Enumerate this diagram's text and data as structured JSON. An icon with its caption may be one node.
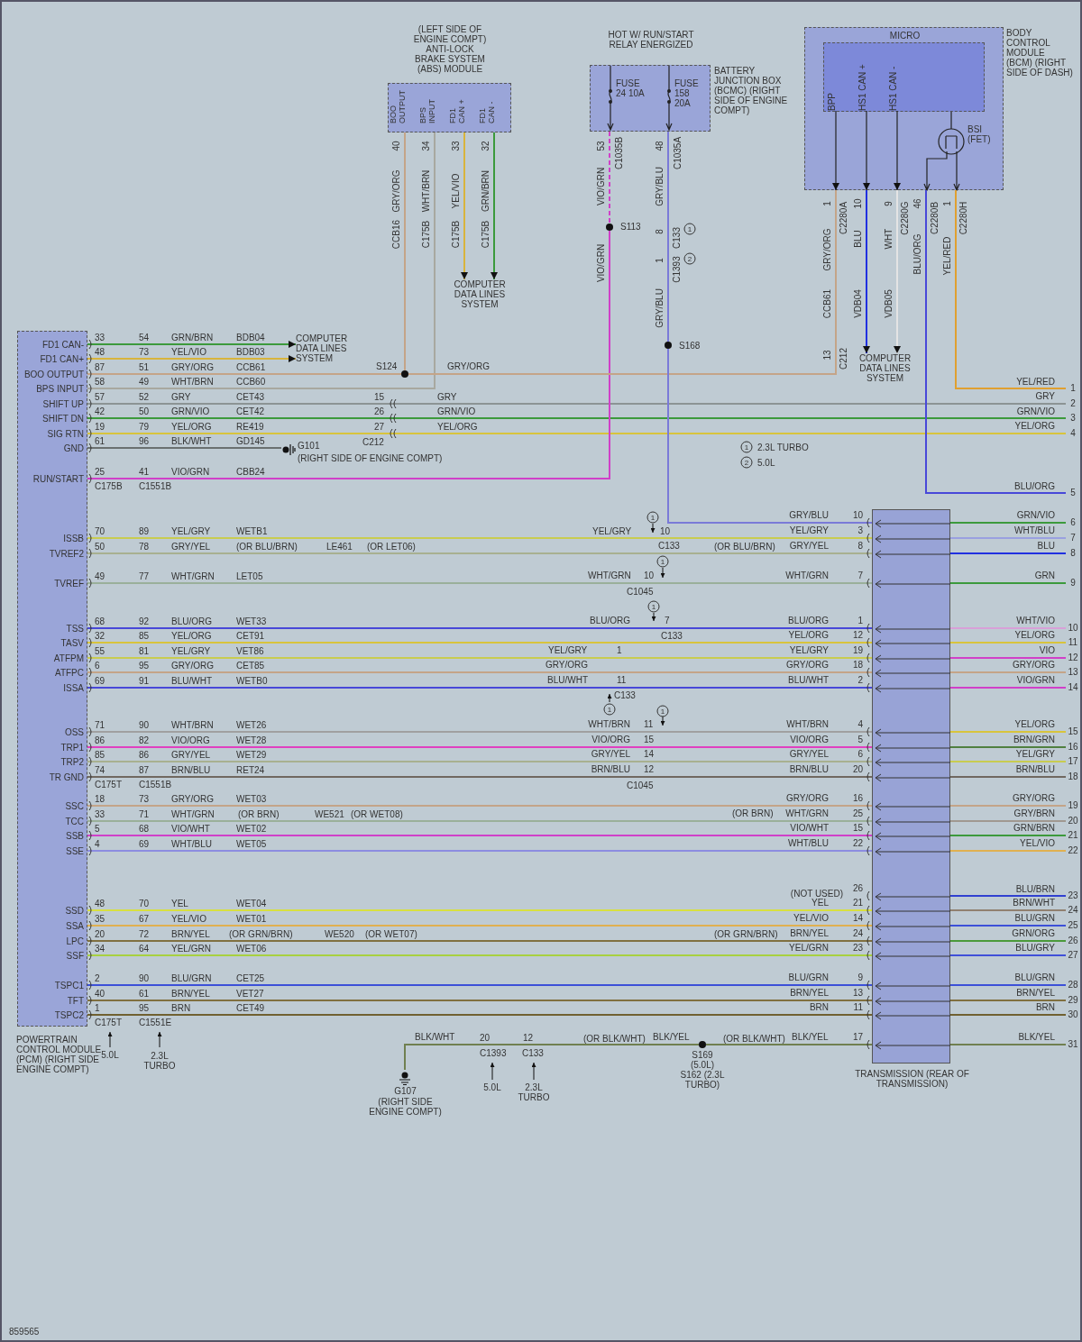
{
  "diagram": {
    "nodes": [
      {
        "text": [
          "FD1 CAN-",
          "FD1 CAN+",
          "BOO OUTPUT",
          "BPS INPUT",
          "SHIFT UP",
          "SHIFT DN",
          "SIG RTN",
          "GND",
          "RUN/START",
          "ISSB",
          "TVREF2",
          "TVREF",
          "TSS",
          "TASV",
          "ATFPM",
          "ATFPC",
          "ISSA",
          "OSS",
          "TRP1",
          "TRP2",
          "TR GND",
          "SSC",
          "TCC",
          "SSB",
          "SSE",
          "SSD",
          "SSA",
          "LPC",
          "SSF",
          "TSPC1",
          "TFT",
          "TSPC2",
          "POWERTRAIN CONTROL MODULE (PCM) (RIGHT SIDE ENGINE COMPT)"
        ]
      },
      {
        "text": [
          "(LEFT SIDE OF ENGINE COMPT) ANTI-LOCK BRAKE SYSTEM (ABS) MODULE",
          "BOO OUTPUT",
          "BPS INPUT",
          "FD1 CAN +",
          "FD1 CAN -"
        ]
      },
      {
        "text": [
          "HOT W/ RUN/START RELAY ENERGIZED",
          "BATTERY JUNCTION BOX (BCMC) (RIGHT SIDE OF ENGINE COMPT)"
        ]
      },
      {
        "text": [
          "FUSE 24 10A"
        ],
        "in": 2
      },
      {
        "text": [
          "FUSE 158 20A"
        ],
        "in": 2
      },
      {
        "text": [
          "BODY CONTROL MODULE (BCM) (RIGHT SIDE OF DASH)"
        ]
      },
      {
        "text": [
          "MICRO",
          "BPP",
          "HS1 CAN +",
          "HS1 CAN -"
        ],
        "in": 5
      },
      {
        "text": [
          "BSI (FET)"
        ],
        "in": 5
      },
      {
        "text": [
          "TRANSMISSION (REAR OF TRANSMISSION)"
        ]
      },
      {
        "text": [
          "COMPUTER DATA LINES SYSTEM"
        ]
      },
      {
        "text": [
          "COMPUTER DATA LINES SYSTEM"
        ]
      },
      {
        "text": [
          "COMPUTER DATA LINES SYSTEM"
        ]
      },
      {
        "text": [
          "G101",
          "(RIGHT SIDE OF ENGINE COMPT)"
        ]
      },
      {
        "text": [
          "G107",
          "(RIGHT SIDE ENGINE COMPT)"
        ]
      },
      {
        "text": [],
        "shape": "circle",
        "beside": [
          "S124"
        ]
      },
      {
        "text": [],
        "shape": "circle",
        "beside": [
          "S113"
        ]
      },
      {
        "text": [],
        "shape": "circle",
        "beside": [
          "S168"
        ]
      },
      {
        "text": [],
        "shape": "circle",
        "beside": [
          "S169 (5.0L) S162 (2.3L TURBO)"
        ]
      },
      {
        "text": [
          "1"
        ]
      },
      {
        "text": [
          "2"
        ]
      },
      {
        "text": [
          "3"
        ]
      },
      {
        "text": [
          "4"
        ]
      },
      {
        "text": [
          "5"
        ]
      },
      {
        "text": [
          "6"
        ]
      },
      {
        "text": [
          "7"
        ]
      },
      {
        "text": [
          "8"
        ]
      },
      {
        "text": [
          "9"
        ]
      },
      {
        "text": [
          "10"
        ]
      },
      {
        "text": [
          "11"
        ]
      },
      {
        "text": [
          "12"
        ]
      },
      {
        "text": [
          "13"
        ]
      },
      {
        "text": [
          "14"
        ]
      },
      {
        "text": [
          "15"
        ]
      },
      {
        "text": [
          "16"
        ]
      },
      {
        "text": [
          "17"
        ]
      },
      {
        "text": [
          "18"
        ]
      },
      {
        "text": [
          "19"
        ]
      },
      {
        "text": [
          "20"
        ]
      },
      {
        "text": [
          "21"
        ]
      },
      {
        "text": [
          "22"
        ]
      },
      {
        "text": [
          "23"
        ]
      },
      {
        "text": [
          "24"
        ]
      },
      {
        "text": [
          "25"
        ]
      },
      {
        "text": [
          "26"
        ]
      },
      {
        "text": [
          "27"
        ]
      },
      {
        "text": [
          "28"
        ]
      },
      {
        "text": [
          "29"
        ]
      },
      {
        "text": [
          "30"
        ]
      },
      {
        "text": [
          "31"
        ]
      }
    ],
    "edges": [
      {
        "from": 0,
        "to": 9,
        "arrow": "to",
        "color": "#3c9a3c"
      },
      {
        "from": 0,
        "to": 9,
        "arrow": "to",
        "color": "#d8b43c"
      },
      {
        "from": 0,
        "to": 14,
        "arrow": "none",
        "color": "#c4a488"
      },
      {
        "from": 0,
        "to": 1,
        "arrow": "none",
        "color": "#a8a8a0"
      },
      {
        "from": 0,
        "to": 19,
        "arrow": "none",
        "color": "#8c9494"
      },
      {
        "from": 0,
        "to": 20,
        "arrow": "none",
        "color": "#3c9a3c"
      },
      {
        "from": 0,
        "to": 21,
        "arrow": "none",
        "color": "#d8c43c"
      },
      {
        "from": 0,
        "to": 12,
        "arrow": "none",
        "color": "#6a7070"
      },
      {
        "from": 0,
        "to": 15,
        "arrow": "none",
        "color": "#d040c8"
      },
      {
        "from": 0,
        "to": 8,
        "arrow": "none",
        "color": "#c8cc50"
      },
      {
        "from": 0,
        "to": 8,
        "arrow": "none",
        "color": "#a8b090"
      },
      {
        "from": 0,
        "to": 8,
        "arrow": "none",
        "color": "#9ab09a"
      },
      {
        "from": 0,
        "to": 8,
        "arrow": "none",
        "color": "#4848d8"
      },
      {
        "from": 0,
        "to": 8,
        "arrow": "none",
        "color": "#d8c43c"
      },
      {
        "from": 0,
        "to": 8,
        "arrow": "none",
        "color": "#c8cc50"
      },
      {
        "from": 0,
        "to": 8,
        "arrow": "none",
        "color": "#c4a488"
      },
      {
        "from": 0,
        "to": 8,
        "arrow": "none",
        "color": "#4848d8"
      },
      {
        "from": 0,
        "to": 8,
        "arrow": "none",
        "color": "#a0a0a0"
      },
      {
        "from": 0,
        "to": 8,
        "arrow": "none",
        "color": "#e040c0"
      },
      {
        "from": 0,
        "to": 8,
        "arrow": "none",
        "color": "#a8b090"
      },
      {
        "from": 0,
        "to": 8,
        "arrow": "none",
        "color": "#706860"
      },
      {
        "from": 0,
        "to": 8,
        "arrow": "none",
        "color": "#c4a488"
      },
      {
        "from": 0,
        "to": 8,
        "arrow": "none",
        "color": "#9ab09a"
      },
      {
        "from": 0,
        "to": 8,
        "arrow": "none",
        "color": "#d040c8"
      },
      {
        "from": 0,
        "to": 8,
        "arrow": "none",
        "color": "#8c8ce0"
      },
      {
        "from": 0,
        "to": 8,
        "arrow": "none",
        "color": "#d8e040"
      },
      {
        "from": 0,
        "to": 8,
        "arrow": "none",
        "color": "#e0b050"
      },
      {
        "from": 0,
        "to": 8,
        "arrow": "none",
        "color": "#807040"
      },
      {
        "from": 0,
        "to": 8,
        "arrow": "none",
        "color": "#a8d040"
      },
      {
        "from": 0,
        "to": 8,
        "arrow": "none",
        "color": "#3c50d8"
      },
      {
        "from": 0,
        "to": 8,
        "arrow": "none",
        "color": "#807040"
      },
      {
        "from": 0,
        "to": 8,
        "arrow": "none",
        "color": "#706030"
      },
      {
        "from": 14,
        "to": 1,
        "arrow": "none",
        "color": "#c4a488"
      },
      {
        "from": 14,
        "to": 5,
        "arrow": "none",
        "color": "#c4a488"
      },
      {
        "from": 1,
        "to": 10,
        "arrow": "to",
        "color": "#d8b43c"
      },
      {
        "from": 1,
        "to": 10,
        "arrow": "to",
        "color": "#3c9a3c"
      },
      {
        "from": 3,
        "to": 15,
        "arrow": "none",
        "style": "dashed",
        "color": "#d040c8"
      },
      {
        "from": 4,
        "to": 16,
        "arrow": "none",
        "color": "#7a7ad8"
      },
      {
        "from": 16,
        "to": 8,
        "arrow": "none",
        "color": "#7a7ad8"
      },
      {
        "from": 5,
        "to": 11,
        "arrow": "to",
        "color": "#2030e0"
      },
      {
        "from": 5,
        "to": 11,
        "arrow": "to",
        "color": "#e4e4e4"
      },
      {
        "from": 7,
        "to": 22,
        "arrow": "none",
        "color": "#4848d8"
      },
      {
        "from": 7,
        "to": 18,
        "arrow": "none",
        "color": "#e0a030"
      },
      {
        "from": 13,
        "to": 17,
        "arrow": "none",
        "color": "#708050"
      },
      {
        "from": 17,
        "to": 8,
        "arrow": "none",
        "color": "#708050"
      },
      {
        "from": 8,
        "to": 23,
        "arrow": "none",
        "color": "#3c9a3c"
      },
      {
        "from": 8,
        "to": 24,
        "arrow": "none",
        "color": "#9aa0e0"
      },
      {
        "from": 8,
        "to": 25,
        "arrow": "none",
        "color": "#2030e0"
      },
      {
        "from": 8,
        "to": 26,
        "arrow": "none",
        "color": "#3c9a3c"
      },
      {
        "from": 8,
        "to": 27,
        "arrow": "none",
        "color": "#d8a0d8"
      },
      {
        "from": 8,
        "to": 28,
        "arrow": "none",
        "color": "#d8c43c"
      },
      {
        "from": 8,
        "to": 29,
        "arrow": "none",
        "color": "#d040c8"
      },
      {
        "from": 8,
        "to": 30,
        "arrow": "none",
        "color": "#c4a488"
      },
      {
        "from": 8,
        "to": 31,
        "arrow": "none",
        "color": "#d040c8"
      },
      {
        "from": 8,
        "to": 32,
        "arrow": "none",
        "color": "#d8c43c"
      },
      {
        "from": 8,
        "to": 33,
        "arrow": "none",
        "color": "#508040"
      },
      {
        "from": 8,
        "to": 34,
        "arrow": "none",
        "color": "#c8cc50"
      },
      {
        "from": 8,
        "to": 35,
        "arrow": "none",
        "color": "#706860"
      },
      {
        "from": 8,
        "to": 36,
        "arrow": "none",
        "color": "#c4a488"
      },
      {
        "from": 8,
        "to": 37,
        "arrow": "none",
        "color": "#a09890"
      },
      {
        "from": 8,
        "to": 38,
        "arrow": "none",
        "color": "#3c9a3c"
      },
      {
        "from": 8,
        "to": 39,
        "arrow": "none",
        "color": "#e0b050"
      },
      {
        "from": 8,
        "to": 40,
        "arrow": "none",
        "color": "#3040d0"
      },
      {
        "from": 8,
        "to": 41,
        "arrow": "none",
        "color": "#908070"
      },
      {
        "from": 8,
        "to": 42,
        "arrow": "none",
        "color": "#3c50d8"
      },
      {
        "from": 8,
        "to": 43,
        "arrow": "none",
        "color": "#4a9a3a"
      },
      {
        "from": 8,
        "to": 44,
        "arrow": "none",
        "color": "#4050d8"
      },
      {
        "from": 8,
        "to": 45,
        "arrow": "none",
        "color": "#3c50d8"
      },
      {
        "from": 8,
        "to": 46,
        "arrow": "none",
        "color": "#807040"
      },
      {
        "from": 8,
        "to": 47,
        "arrow": "none",
        "color": "#706030"
      },
      {
        "from": 8,
        "to": 48,
        "arrow": "none",
        "color": "#708050"
      },
      {
        "from": 6,
        "to": 5,
        "arrow": "to",
        "color": "#222222"
      },
      {
        "from": 6,
        "to": 5,
        "arrow": "to",
        "color": "#222222"
      },
      {
        "from": 6,
        "to": 5,
        "arrow": "to",
        "color": "#222222"
      }
    ],
    "labels": [
      "33",
      "54",
      "GRN/BRN",
      "BDB04",
      "48",
      "73",
      "YEL/VIO",
      "BDB03",
      "87",
      "51",
      "GRY/ORG",
      "CCB61",
      "58",
      "49",
      "WHT/BRN",
      "CCB60",
      "57",
      "52",
      "GRY",
      "CET43",
      "42",
      "50",
      "GRN/VIO",
      "CET42",
      "19",
      "79",
      "YEL/ORG",
      "RE419",
      "61",
      "96",
      "BLK/WHT",
      "GD145",
      "25",
      "41",
      "VIO/GRN",
      "CBB24",
      "70",
      "89",
      "YEL/GRY",
      "WETB1",
      "50",
      "78",
      "GRY/YEL",
      "(OR BLU/BRN)",
      "LE461",
      "(OR LET06)",
      "49",
      "77",
      "WHT/GRN",
      "LET05",
      "68",
      "92",
      "BLU/ORG",
      "WET33",
      "32",
      "85",
      "YEL/ORG",
      "CET91",
      "55",
      "81",
      "YEL/GRY",
      "VET86",
      "6",
      "95",
      "GRY/ORG",
      "CET85",
      "69",
      "91",
      "BLU/WHT",
      "WETB0",
      "71",
      "90",
      "WHT/BRN",
      "WET26",
      "86",
      "82",
      "VIO/ORG",
      "WET28",
      "85",
      "86",
      "GRY/YEL",
      "WET29",
      "74",
      "87",
      "BRN/BLU",
      "RET24",
      "18",
      "73",
      "GRY/ORG",
      "WET03",
      "33",
      "71",
      "WHT/GRN",
      "(OR BRN)",
      "WE521",
      "(OR WET08)",
      "5",
      "68",
      "VIO/WHT",
      "WET02",
      "4",
      "69",
      "WHT/BLU",
      "WET05",
      "48",
      "70",
      "YEL",
      "WET04",
      "35",
      "67",
      "YEL/VIO",
      "WET01",
      "20",
      "72",
      "BRN/YEL",
      "(OR GRN/BRN)",
      "WE520",
      "(OR WET07)",
      "34",
      "64",
      "YEL/GRN",
      "WET06",
      "2",
      "90",
      "BLU/GRN",
      "CET25",
      "40",
      "61",
      "BRN/YEL",
      "VET27",
      "1",
      "95",
      "BRN",
      "CET49",
      "C175B",
      "C1551B",
      "C175T",
      "C1551B",
      "C175T",
      "C1551E",
      "5.0L",
      "2.3L TURBO",
      "40",
      "GRY/ORG",
      "CCB16",
      "34",
      "WHT/BRN",
      "C175B",
      "33",
      "YEL/VIO",
      "C175B",
      "32",
      "GRN/BRN",
      "C175B",
      "53",
      "C1035B",
      "VIO/GRN",
      "VIO/GRN",
      "48",
      "C1035A",
      "GRY/BLU",
      "8",
      "C133",
      "1",
      "1",
      "C1393",
      "2",
      "GRY/BLU",
      "GRY/ORG",
      "15",
      "GRY",
      "26",
      "GRN/VIO",
      "27",
      "YEL/ORG",
      "C212",
      "1",
      "C2280A",
      "GRY/ORG",
      "CCB61",
      "13",
      "C212",
      "10",
      "BLU",
      "VDB04",
      "9",
      "C2280G",
      "WHT",
      "VDB05",
      "46",
      "C2280B",
      "BLU/ORG",
      "1",
      "C2280H",
      "YEL/RED",
      "YEL/RED",
      "GRY",
      "GRN/VIO",
      "YEL/ORG",
      "1",
      "2.3L TURBO",
      "2",
      "5.0L",
      "BLU/ORG",
      "GRY/BLU",
      "10",
      "GRN/VIO",
      "1",
      "YEL/GRY",
      "10",
      "YEL/GRY",
      "3",
      "WHT/BLU",
      "C133",
      "(OR BLU/BRN)",
      "GRY/YEL",
      "8",
      "BLU",
      "1",
      "WHT/GRN",
      "10",
      "WHT/GRN",
      "7",
      "GRN",
      "C1045",
      "1",
      "BLU/ORG",
      "7",
      "BLU/ORG",
      "1",
      "WHT/VIO",
      "C133",
      "YEL/ORG",
      "12",
      "YEL/ORG",
      "YEL/GRY",
      "1",
      "YEL/GRY",
      "19",
      "VIO",
      "GRY/ORG",
      "GRY/ORG",
      "18",
      "GRY/ORG",
      "BLU/WHT",
      "11",
      "BLU/WHT",
      "2",
      "VIO/GRN",
      "C133",
      "1",
      "1",
      "WHT/BRN",
      "11",
      "WHT/BRN",
      "4",
      "YEL/ORG",
      "VIO/ORG",
      "15",
      "VIO/ORG",
      "5",
      "BRN/GRN",
      "GRY/YEL",
      "14",
      "GRY/YEL",
      "6",
      "YEL/GRY",
      "BRN/BLU",
      "12",
      "BRN/BLU",
      "20",
      "BRN/BLU",
      "C1045",
      "GRY/ORG",
      "16",
      "GRY/ORG",
      "(OR BRN)",
      "WHT/GRN",
      "25",
      "GRY/BRN",
      "VIO/WHT",
      "15",
      "GRN/BRN",
      "WHT/BLU",
      "22",
      "YEL/VIO",
      "(NOT USED)",
      "26",
      "BLU/BRN",
      "YEL",
      "21",
      "BRN/WHT",
      "YEL/VIO",
      "14",
      "BLU/GRN",
      "(OR GRN/BRN)",
      "BRN/YEL",
      "24",
      "GRN/ORG",
      "YEL/GRN",
      "23",
      "BLU/GRY",
      "BLU/GRN",
      "9",
      "BLU/GRN",
      "BRN/YEL",
      "13",
      "BRN/YEL",
      "BRN",
      "11",
      "BRN",
      "BLK/WHT",
      "20",
      "12",
      "(OR BLK/WHT)",
      "BLK/YEL",
      "(OR BLK/WHT)",
      "BLK/YEL",
      "17",
      "BLK/YEL",
      "C1393",
      "C133",
      "5.0L",
      "2.3L TURBO",
      "859565"
    ]
  }
}
